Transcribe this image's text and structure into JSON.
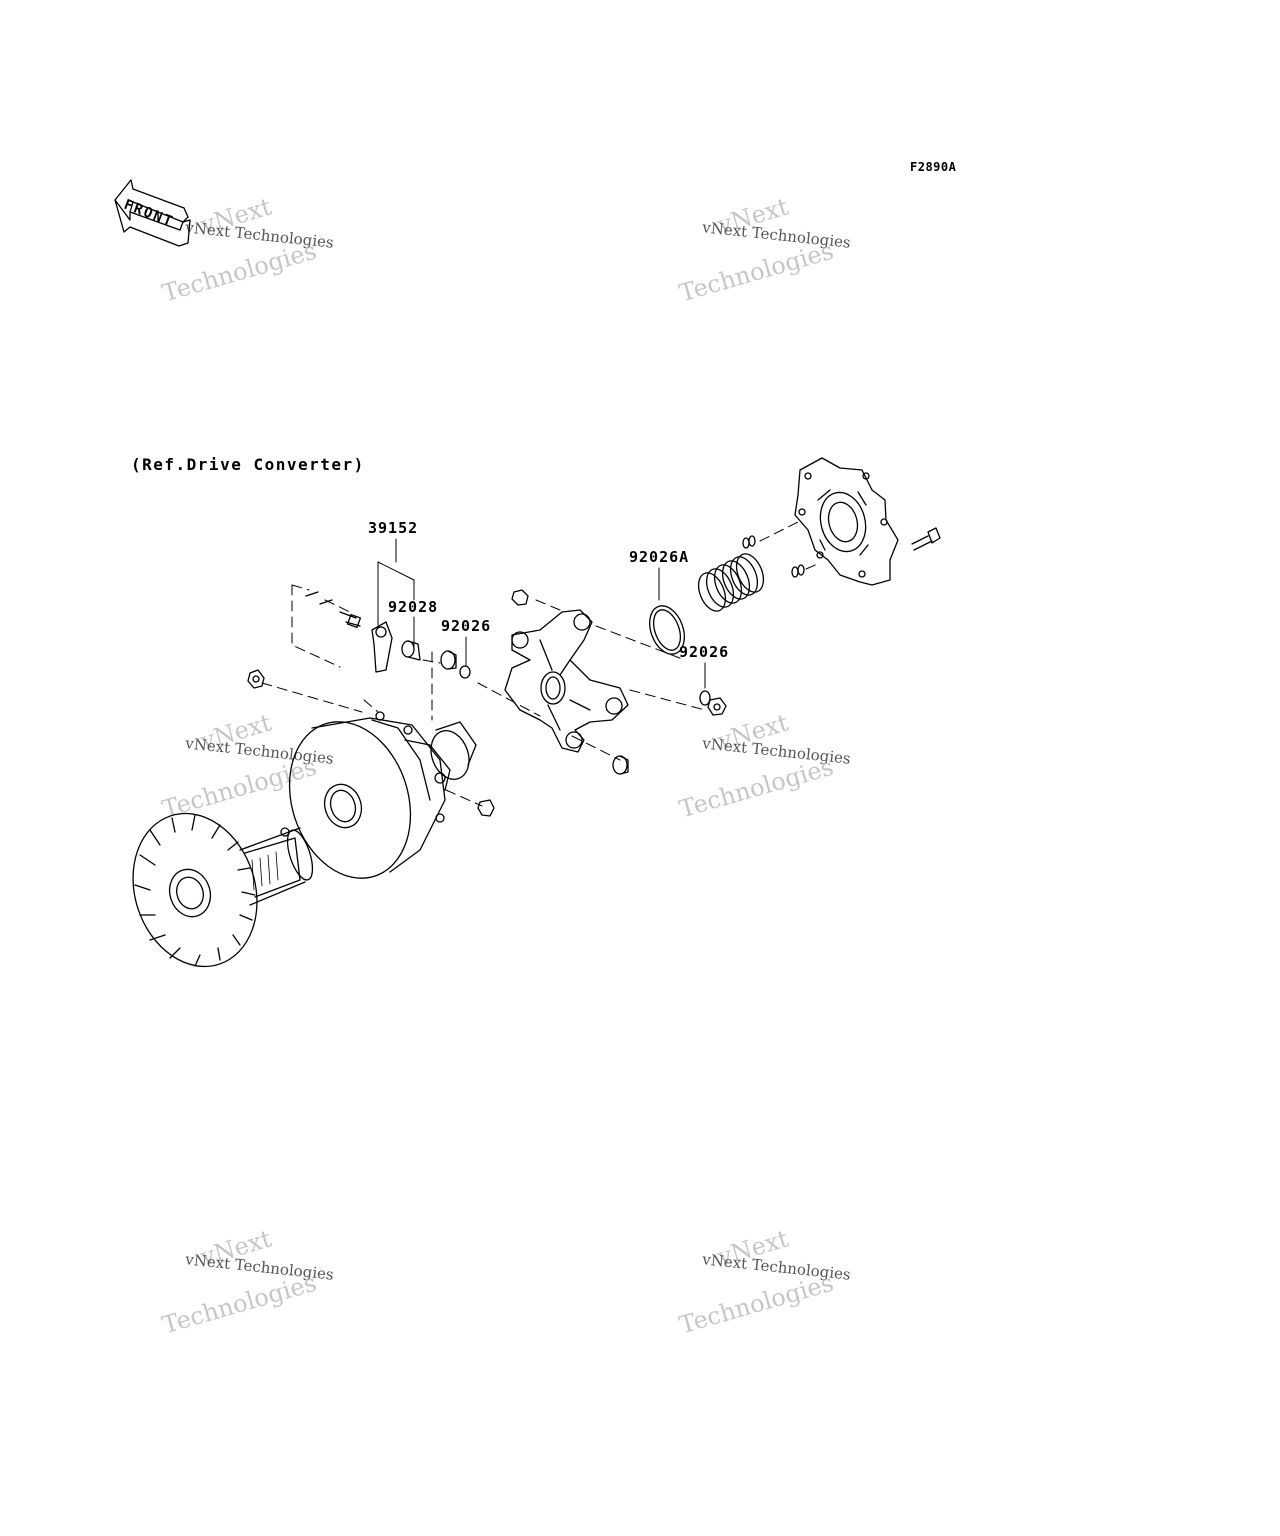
{
  "header": {
    "diagram_code": "F2890A",
    "front_label": "FRONT",
    "reference_note": "(Ref.Drive Converter)"
  },
  "callouts": {
    "c39152": "39152",
    "c92028": "92028",
    "c92026_left": "92026",
    "c92026A": "92026A",
    "c92026_right": "92026"
  },
  "watermark": {
    "word_a": "vNext",
    "word_b": "vNext Technologies",
    "word_c": "Technologies"
  },
  "colors": {
    "line": "#000000",
    "watermark": "#b0b0b0"
  }
}
